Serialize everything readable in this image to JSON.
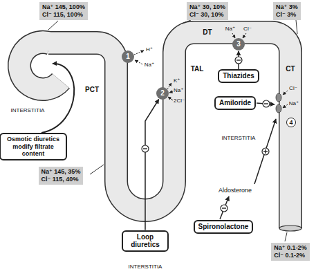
{
  "diagram": {
    "nodes": [
      {
        "text": [
          "Na⁺ 145, 100%",
          "Cl⁻ 115, 100%"
        ]
      },
      {
        "text": [
          "1"
        ]
      },
      {
        "text": [
          "Na⁺ 30, 10%",
          "Cl⁻ 30, 10%"
        ]
      },
      {
        "text": [
          "Na⁺ 3%",
          "Cl⁻ 3%"
        ]
      },
      {
        "text": [
          "3"
        ]
      },
      {
        "text": [
          "Thiazides"
        ]
      },
      {
        "text": [
          "Amiloride"
        ]
      },
      {
        "text": [
          "2"
        ]
      },
      {
        "text": [
          "Osmotic diuretics modify filtrate content"
        ]
      },
      {
        "text": [
          "4"
        ]
      },
      {
        "text": [
          "Na⁺ 145, 35%",
          "Cl⁻ 115, 40%"
        ]
      },
      {
        "text": [
          "Loop diuretics"
        ]
      },
      {
        "text": [
          "Spironolactone"
        ]
      },
      {
        "text": [
          "Na⁺ 0.1-2%",
          "Cl⁻ 0.1-2%"
        ]
      }
    ],
    "edges": [
      {
        "from": 11,
        "to": 7,
        "arrow": "to"
      },
      {
        "from": 5,
        "to": 4,
        "arrow": "to"
      }
    ],
    "labels": [
      "H⁺",
      "Na⁺",
      "PCT",
      "INTERSTITIA",
      "K⁺",
      "Na⁺",
      "2Cl⁻",
      "TAL",
      "DT",
      "Na⁺",
      "Cl⁻",
      "CT",
      "Cl⁻",
      "Na⁺",
      "INTERSTITIA",
      "Aldosterone",
      "INTERSTITIA"
    ]
  }
}
